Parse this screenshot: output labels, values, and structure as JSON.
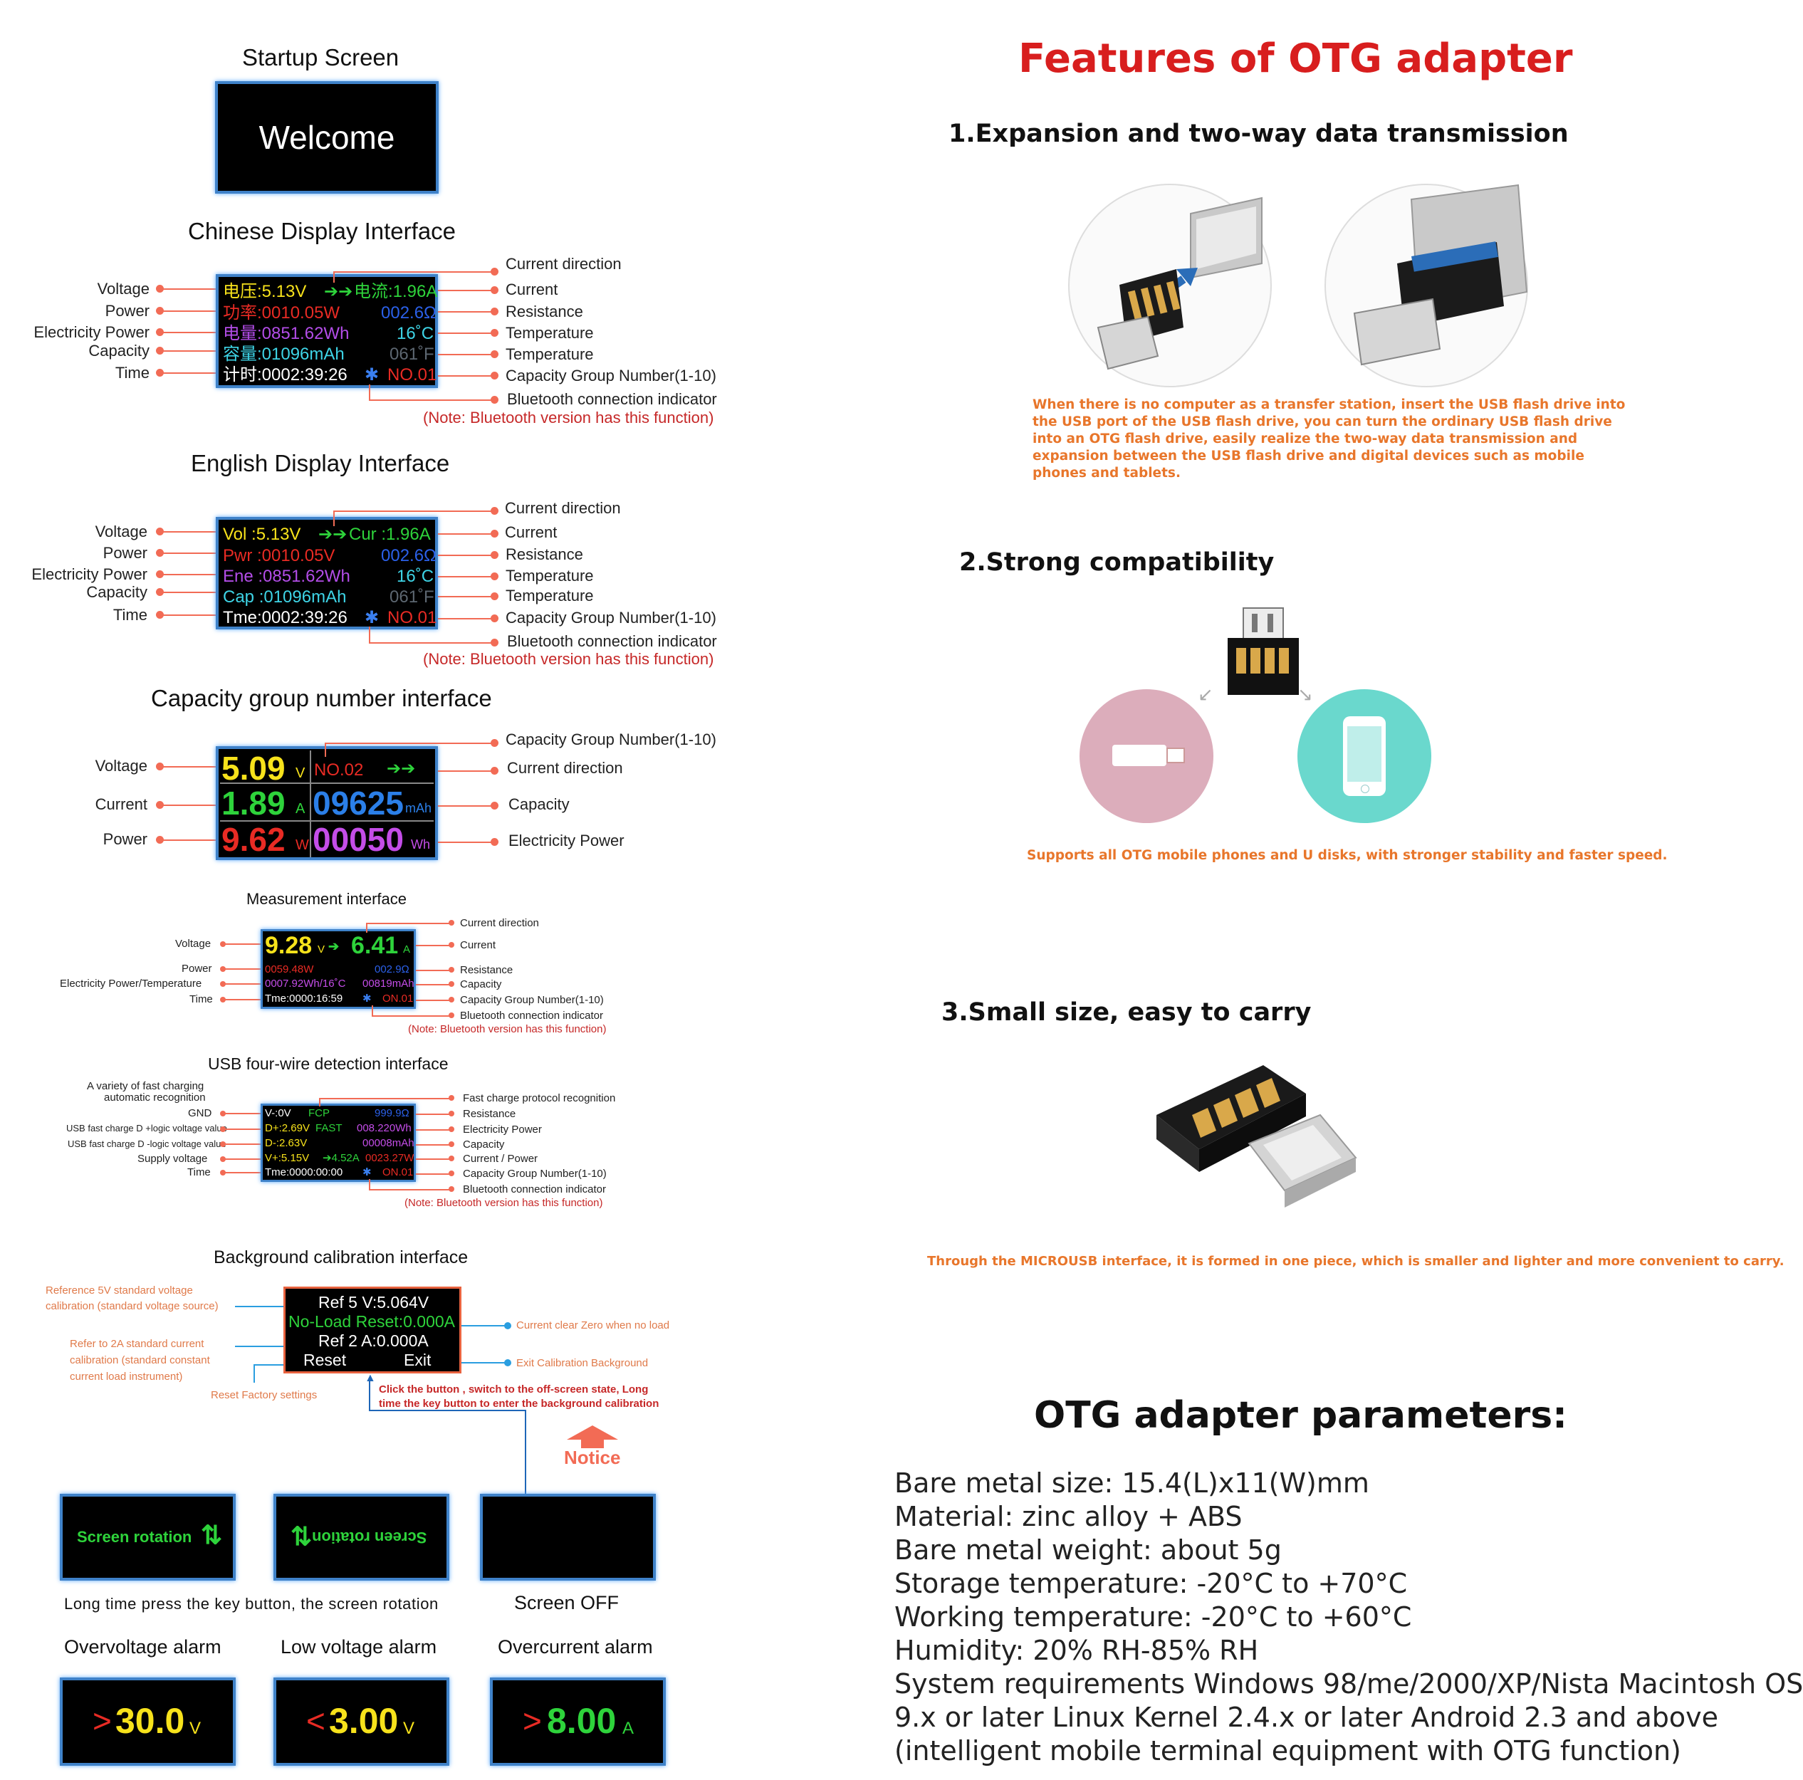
{
  "left": {
    "startup": {
      "title": "Startup Screen",
      "welcome": "Welcome"
    },
    "chinese": {
      "title": "Chinese Display Interface",
      "left_labels": [
        "Voltage",
        "Power",
        "Electricity Power",
        "Capacity",
        "Time"
      ],
      "right_labels": [
        "Current direction",
        "Current",
        "Resistance",
        "Temperature",
        "Temperature",
        "Capacity Group Number(1-10)",
        "Bluetooth connection indicator"
      ],
      "note": "(Note: Bluetooth version has this function)",
      "screen": {
        "r1l": "电压:5.13V",
        "r1m": "➔➔",
        "r1r": "电流:1.96A",
        "r2l": "功率:0010.05W",
        "r2r": "002.6Ω",
        "r3l": "电量:0851.62Wh",
        "r3r": "16˚C",
        "r4l": "容量:01096mAh",
        "r4r": "061˚F",
        "r5l": "计时:0002:39:26",
        "r5bt": "✱",
        "r5r": "NO.01"
      }
    },
    "english": {
      "title": "English Display Interface",
      "left_labels": [
        "Voltage",
        "Power",
        "Electricity Power",
        "Capacity",
        "Time"
      ],
      "right_labels": [
        "Current direction",
        "Current",
        "Resistance",
        "Temperature",
        "Temperature",
        "Capacity Group Number(1-10)",
        "Bluetooth connection indicator"
      ],
      "note": "(Note: Bluetooth version has this function)",
      "screen": {
        "r1l": "Vol :5.13V",
        "r1m": "➔➔",
        "r1r": "Cur :1.96A",
        "r2l": "Pwr :0010.05V",
        "r2r": "002.6Ω",
        "r3l": "Ene :0851.62Wh",
        "r3r": "16˚C",
        "r4l": "Cap :01096mAh",
        "r4r": "061˚F",
        "r5l": "Tme:0002:39:26",
        "r5bt": "✱",
        "r5r": "NO.01"
      }
    },
    "capacity": {
      "title": "Capacity group number interface",
      "left_labels": [
        "Voltage",
        "Current",
        "Power"
      ],
      "right_labels": [
        "Capacity Group Number(1-10)",
        "Current direction",
        "Capacity",
        "Electricity Power"
      ],
      "screen": {
        "v": "5.09",
        "vu": "V",
        "no": "NO.02",
        "arr": "➔➔",
        "a": "1.89",
        "au": "A",
        "cap": "09625",
        "capu": "mAh",
        "w": "9.62",
        "wu": "W",
        "wh": "00050",
        "whu": "Wh"
      }
    },
    "measurement": {
      "title": "Measurement interface",
      "left_labels": [
        "Voltage",
        "Power",
        "Electricity Power/Temperature",
        "Time"
      ],
      "right_labels": [
        "Current direction",
        "Current",
        "Resistance",
        "Capacity",
        "Capacity Group Number(1-10)",
        "Bluetooth connection indicator"
      ],
      "note": "(Note: Bluetooth version has this function)",
      "screen": {
        "v": "9.28",
        "vu": "V",
        "arr": "➔",
        "a": "6.41",
        "au": "A",
        "r2l": "0059.48W",
        "r2r": "002.9Ω",
        "r3l": "0007.92Wh/16˚C",
        "r3r": "00819mAh",
        "r4l": "Tme:0000:16:59",
        "r4bt": "✱",
        "r4r": "ON.01"
      }
    },
    "usb": {
      "title": "USB four-wire detection interface",
      "left_labels": [
        "A variety of fast charging",
        "automatic recognition",
        "GND",
        "USB fast charge D +logic voltage value",
        "USB fast charge D -logic voltage value",
        "Supply voltage",
        "Time"
      ],
      "right_labels": [
        "Fast charge protocol recognition",
        "Resistance",
        "Electricity Power",
        "Capacity",
        "Current / Power",
        "Capacity Group Number(1-10)",
        "Bluetooth connection indicator"
      ],
      "note": "(Note: Bluetooth version has this function)",
      "screen": {
        "r1a": "V-:0V",
        "r1b": "FCP",
        "r1c": "999.9Ω",
        "r2a": "D+:2.69V",
        "r2b": "FAST",
        "r2c": "008.220Wh",
        "r3a": "D-:2.63V",
        "r3c": "00008mAh",
        "r4a": "V+:5.15V",
        "r4b": "➔4.52A",
        "r4c": "0023.27W",
        "r5a": "Tme:0000:00:00",
        "r5bt": "✱",
        "r5c": "ON.01"
      }
    },
    "calibration": {
      "title": "Background calibration interface",
      "left_labels": [
        "Reference 5V standard voltage",
        "calibration (standard voltage source)",
        "Refer to 2A standard current",
        "calibration (standard constant",
        "current load instrument)",
        "Reset Factory settings"
      ],
      "right_labels": [
        "Current clear Zero when no load",
        "Exit Calibration Background"
      ],
      "click_note": [
        "Click the button , switch to the off-screen state, Long",
        "time the key button to enter the background calibration"
      ],
      "notice": "Notice",
      "screen": {
        "r1": "Ref 5 V:5.064V",
        "r2": "No-Load Reset:0.000A",
        "r3": "Ref 2 A:0.000A",
        "r4a": "Reset",
        "r4b": "Exit"
      }
    },
    "rotation": {
      "s1": "Screen rotation",
      "s2": "Screen rotation",
      "caption": "Long time press the key button, the screen rotation",
      "off": "Screen OFF"
    },
    "alarms": {
      "labels": [
        "Overvoltage alarm",
        "Low voltage alarm",
        "Overcurrent alarm"
      ],
      "values": [
        {
          "sign": ">",
          "num": "30.0",
          "unit": "V"
        },
        {
          "sign": "<",
          "num": "3.00",
          "unit": "V"
        },
        {
          "sign": ">",
          "num": "8.00",
          "unit": "A"
        }
      ]
    }
  },
  "right": {
    "title": "Features of OTG adapter",
    "f1": {
      "title": "1.Expansion and two-way data transmission",
      "text": "When there is no computer as a transfer station, insert the USB flash drive into the USB port of the USB flash drive, you can turn the ordinary USB flash drive into an OTG flash drive, easily realize the two-way data transmission and expansion between the USB flash drive and digital devices such as mobile phones and tablets."
    },
    "f2": {
      "title": "2.Strong compatibility",
      "text": "Supports all OTG mobile phones and U disks, with stronger stability and faster speed."
    },
    "f3": {
      "title": "3.Small size, easy to carry",
      "text": "Through the MICROUSB interface, it is formed in one piece, which is smaller and lighter and more convenient to carry."
    },
    "params": {
      "title": "OTG adapter parameters:",
      "lines": [
        "Bare metal size: 15.4(L)x11(W)mm",
        "Material: zinc alloy + ABS",
        "Bare metal weight: about 5g",
        "Storage temperature: -20°C to +70°C",
        "Working temperature: -20°C to +60°C",
        "Humidity: 20% RH-85% RH",
        "System requirements Windows 98/me/2000/XP/Nista Macintosh OS",
        "9.x or later Linux Kernel 2.4.x or later Android 2.3 and above",
        "(intelligent mobile terminal equipment with OTG function)"
      ]
    }
  }
}
